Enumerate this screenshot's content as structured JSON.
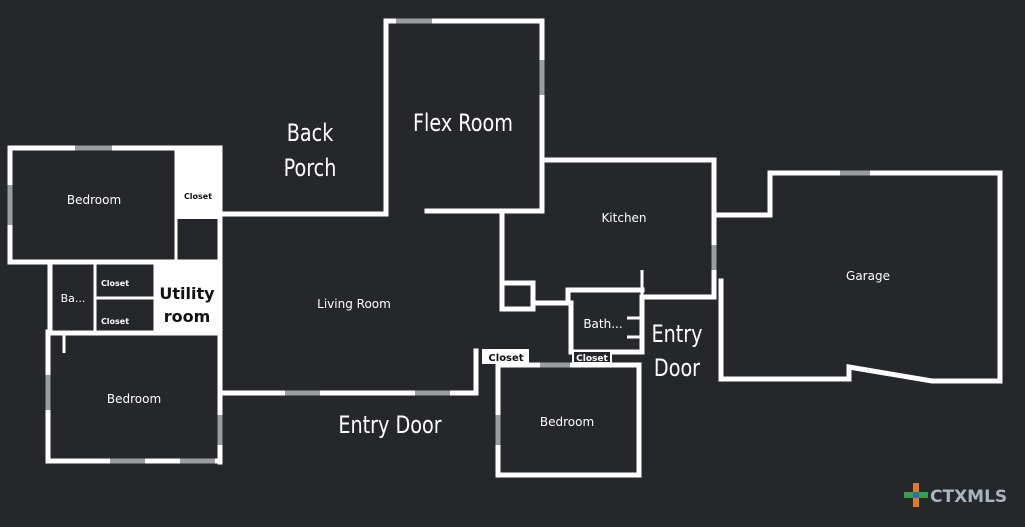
{
  "rooms": {
    "flex_room": "Flex Room",
    "back_porch_line1": "Back",
    "back_porch_line2": "Porch",
    "bedroom_top_left": "Bedroom",
    "closet_top": "Closet",
    "kitchen": "Kitchen",
    "garage": "Garage",
    "living_room": "Living Room",
    "utility_line1": "Utility",
    "utility_line2": "room",
    "closet_left_upper": "Closet",
    "closet_left_lower": "Closet",
    "bath_left": "Ba...",
    "bedroom_bottom_left": "Bedroom",
    "entry_door_bottom": "Entry Door",
    "closet_middle": "Closet",
    "closet_bath": "Closet",
    "bath_right": "Bath...",
    "entry_door_right_line1": "Entry",
    "entry_door_right_line2": "Door",
    "bedroom_bottom_right": "Bedroom"
  },
  "watermark": {
    "text": "CTXMLS",
    "icon": "cross-icon",
    "colors": [
      "#e87722",
      "#3b9d4a",
      "#2a6fb0"
    ]
  },
  "colors": {
    "background": "#25272a",
    "wall": "#ffffff",
    "window": "#9a9da2"
  }
}
